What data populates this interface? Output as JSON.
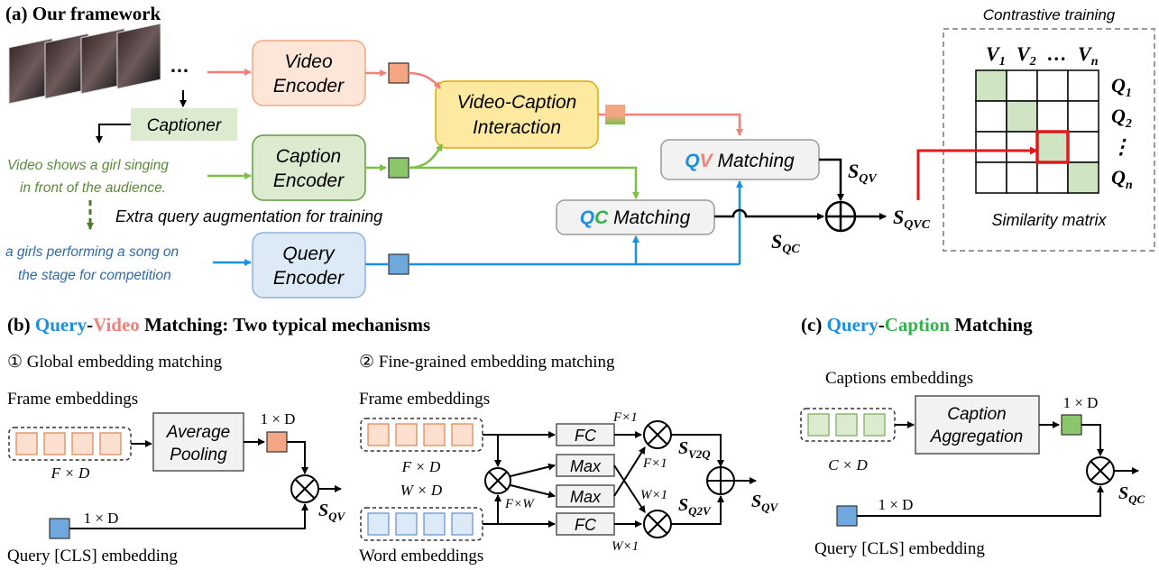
{
  "colors": {
    "blue": "#1b8fe3",
    "red": "#f47f7a",
    "green": "#33b24a",
    "caption_text": "#5a8a3a",
    "query_text": "#2e6aa8",
    "video_enc_fill": "#fde6d8",
    "video_enc_stroke": "#f0a883",
    "caption_enc_fill": "#dcebd0",
    "caption_enc_stroke": "#5d9a40",
    "query_enc_fill": "#dce9f6",
    "query_enc_stroke": "#8fb4dc",
    "interaction_fill": "#fde9a0",
    "interaction_stroke": "#e0a800",
    "matching_fill": "#f2f2f2",
    "matching_stroke": "#999999",
    "highlight": "#e31a1c"
  },
  "part_a": {
    "title": "(a) Our framework",
    "ellipsis": "…",
    "captioner": "Captioner",
    "caption_text_line1": "Video shows a girl singing",
    "caption_text_line2": "in front of the audience.",
    "extra_query": "Extra query augmentation for training",
    "query_text_line1": "a girls performing a song on",
    "query_text_line2": "the stage for competition",
    "video_encoder_line1": "Video",
    "video_encoder_line2": "Encoder",
    "caption_encoder_line1": "Caption",
    "caption_encoder_line2": "Encoder",
    "query_encoder_line1": "Query",
    "query_encoder_line2": "Encoder",
    "interaction_line1": "Video-Caption",
    "interaction_line2": "Interaction",
    "qv_q": "Q",
    "qv_v": "V",
    "qv_rest": " Matching",
    "qc_q": "Q",
    "qc_c": "C",
    "qc_rest": " Matching",
    "s_qv": "S",
    "s_qv_sub": "QV",
    "s_qc": "S",
    "s_qc_sub": "QC",
    "s_qvc": "S",
    "s_qvc_sub": "QVC",
    "contrastive_title": "Contrastive training",
    "similarity_matrix": "Similarity matrix",
    "matrix_col_headers": [
      {
        "main": "V",
        "sub": "1"
      },
      {
        "main": "V",
        "sub": "2"
      },
      {
        "main": "…",
        "sub": ""
      },
      {
        "main": "V",
        "sub": "n"
      }
    ],
    "matrix_row_headers": [
      {
        "main": "Q",
        "sub": "1"
      },
      {
        "main": "Q",
        "sub": "2"
      },
      {
        "main": "⋮",
        "sub": ""
      },
      {
        "main": "Q",
        "sub": "n"
      }
    ]
  },
  "part_b": {
    "title_prefix": "(b) ",
    "title_query": "Query",
    "title_dash": "-",
    "title_video": "Video",
    "title_rest": " Matching: Two typical mechanisms",
    "mech1": "① Global embedding matching",
    "mech2": "② Fine-grained embedding matching",
    "frame_embeddings": "Frame embeddings",
    "average_pooling_line1": "Average",
    "average_pooling_line2": "Pooling",
    "one_by_d": "1 × D",
    "f_by_d": "F × D",
    "w_by_d": "W × D",
    "query_cls": "Query [CLS] embedding",
    "word_embeddings": "Word embeddings",
    "fc": "FC",
    "max": "Max",
    "f_by_w": "F×W",
    "f_by_1": "F×1",
    "w_by_1": "W×1",
    "s_v2q_sub": "V2Q",
    "s_q2v_sub": "Q2V",
    "s_label": "S",
    "s_qv_sub": "QV"
  },
  "part_c": {
    "title_prefix": "(c) ",
    "title_query": "Query",
    "title_dash": "-",
    "title_caption": "Caption",
    "title_rest": " Matching",
    "captions_embeddings": "Captions embeddings",
    "caption_agg_line1": "Caption",
    "caption_agg_line2": "Aggregation",
    "one_by_d": "1 × D",
    "c_by_d": "C × D",
    "query_cls": "Query [CLS] embedding",
    "s_label": "S",
    "s_qc_sub": "QC"
  }
}
